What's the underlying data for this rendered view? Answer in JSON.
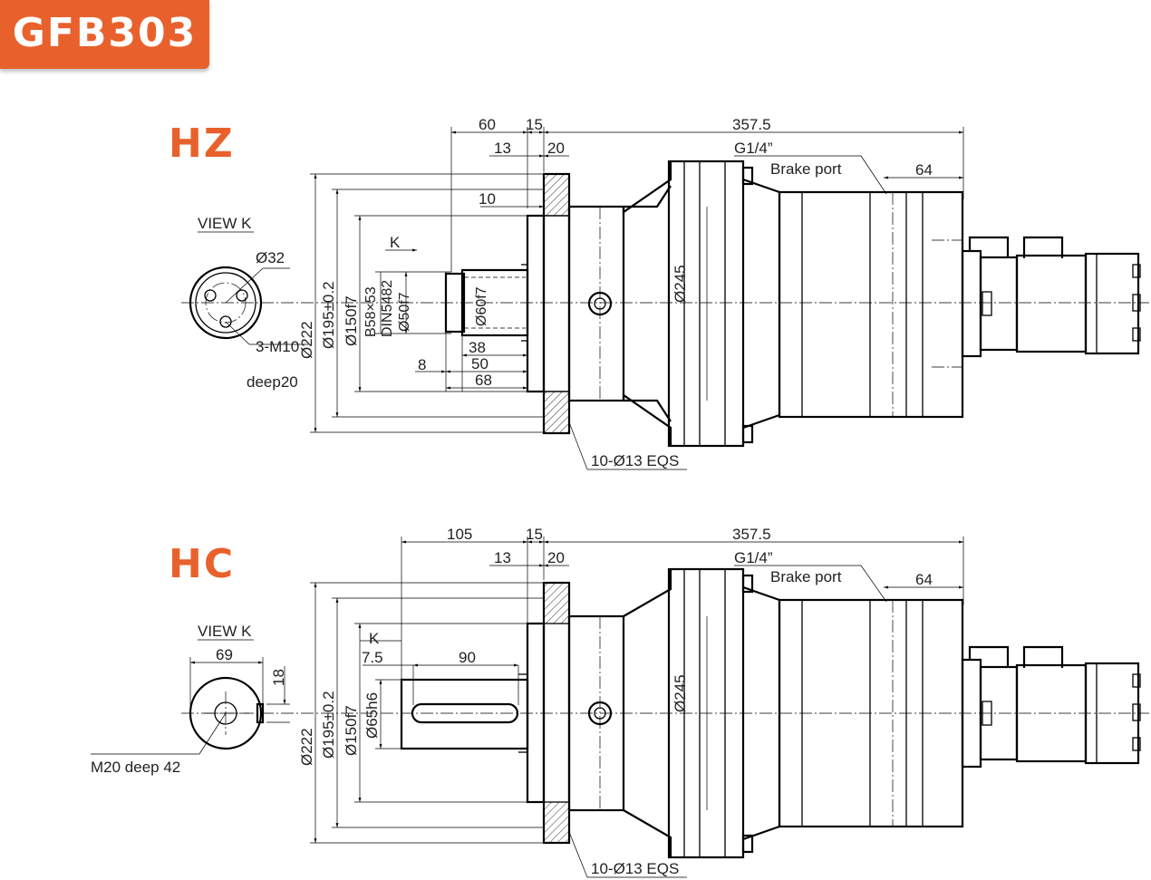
{
  "badge": "GFB303",
  "hz": {
    "title": "HZ",
    "view_k": "VIEW K",
    "bore_dia": "Ø32",
    "thread": "3-M10",
    "thread_depth": "deep20",
    "dims": {
      "d60": "60",
      "d15": "15",
      "d13": "13",
      "d20": "20",
      "d357": "357.5",
      "d10": "10",
      "d64": "64",
      "d8": "8",
      "d38": "38",
      "d50": "50",
      "d68": "68",
      "k": "K",
      "dia222": "Ø222",
      "dia195": "Ø195±0.2",
      "dia150": "Ø150f7",
      "spline": "B58×53",
      "din": "DIN5482",
      "dia50": "Ø50f7",
      "dia60": "Ø60f7",
      "dia245": "Ø245",
      "port_thread": "G1/4”",
      "port_name": "Brake port",
      "holes": "10-Ø13 EQS"
    }
  },
  "hc": {
    "title": "HC",
    "view_k": "VIEW K",
    "width": "69",
    "key": "18",
    "thread": "M20 deep 42",
    "dims": {
      "d105": "105",
      "d15": "15",
      "d13": "13",
      "d20": "20",
      "d357": "357.5",
      "d64": "64",
      "k": "K",
      "d75": "7.5",
      "d90": "90",
      "dia222": "Ø222",
      "dia195": "Ø195±0.2",
      "dia150": "Ø150f7",
      "dia65": "Ø65h6",
      "dia245": "Ø245",
      "port_thread": "G1/4”",
      "port_name": "Brake port",
      "holes": "10-Ø13 EQS"
    }
  }
}
